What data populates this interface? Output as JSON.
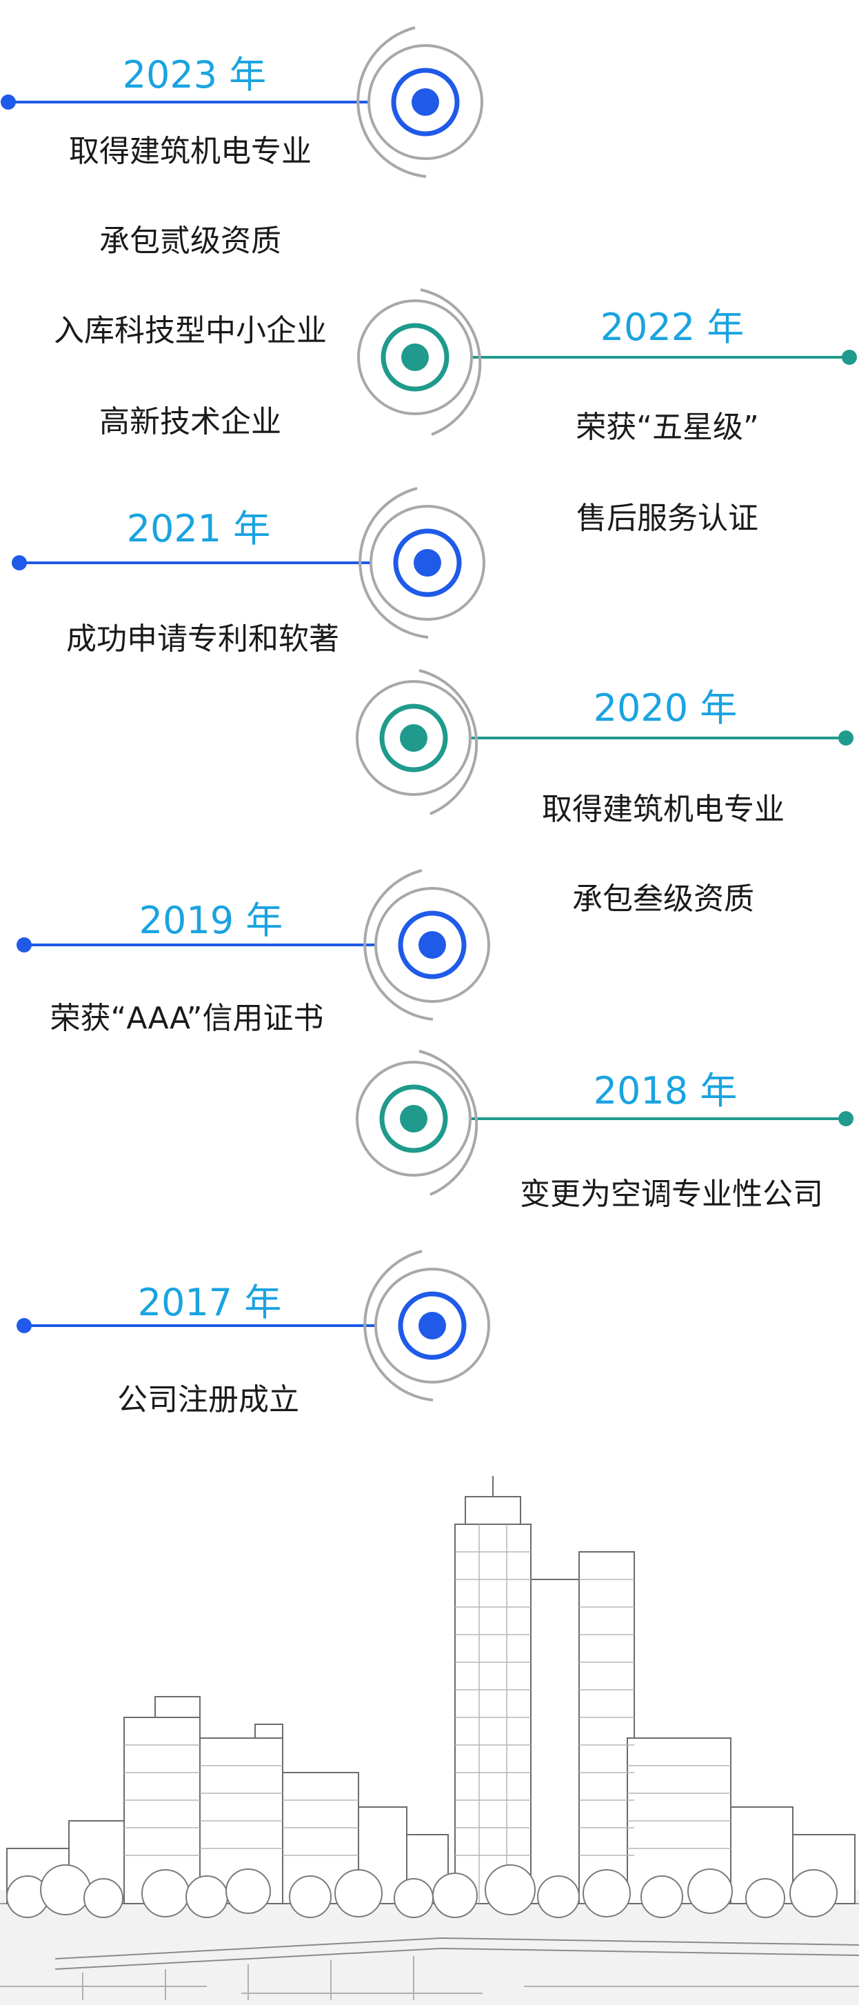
{
  "colors": {
    "blue": "#1f5ae8",
    "teal": "#1f9a8c",
    "year_text": "#1aa3e0",
    "ring_gray": "#a8a8a8",
    "body_text": "#1a1a1a"
  },
  "timeline": [
    {
      "year": "2023 年",
      "side": "left",
      "color": "blue",
      "lines": [
        "取得建筑机电专业",
        "承包贰级资质",
        "入库科技型中小企业",
        "高新技术企业"
      ]
    },
    {
      "year": "2022 年",
      "side": "right",
      "color": "teal",
      "lines": [
        "荣获“五星级”",
        "售后服务认证"
      ]
    },
    {
      "year": "2021 年",
      "side": "left",
      "color": "blue",
      "lines": [
        "成功申请专利和软著"
      ]
    },
    {
      "year": "2020 年",
      "side": "right",
      "color": "teal",
      "lines": [
        "取得建筑机电专业",
        "承包叁级资质"
      ]
    },
    {
      "year": "2019 年",
      "side": "left",
      "color": "blue",
      "lines": [
        "荣获“AAA”信用证书"
      ]
    },
    {
      "year": "2018 年",
      "side": "right",
      "color": "teal",
      "lines": [
        "变更为空调专业性公司"
      ]
    },
    {
      "year": "2017 年",
      "side": "left",
      "color": "blue",
      "lines": [
        "公司注册成立"
      ]
    }
  ]
}
